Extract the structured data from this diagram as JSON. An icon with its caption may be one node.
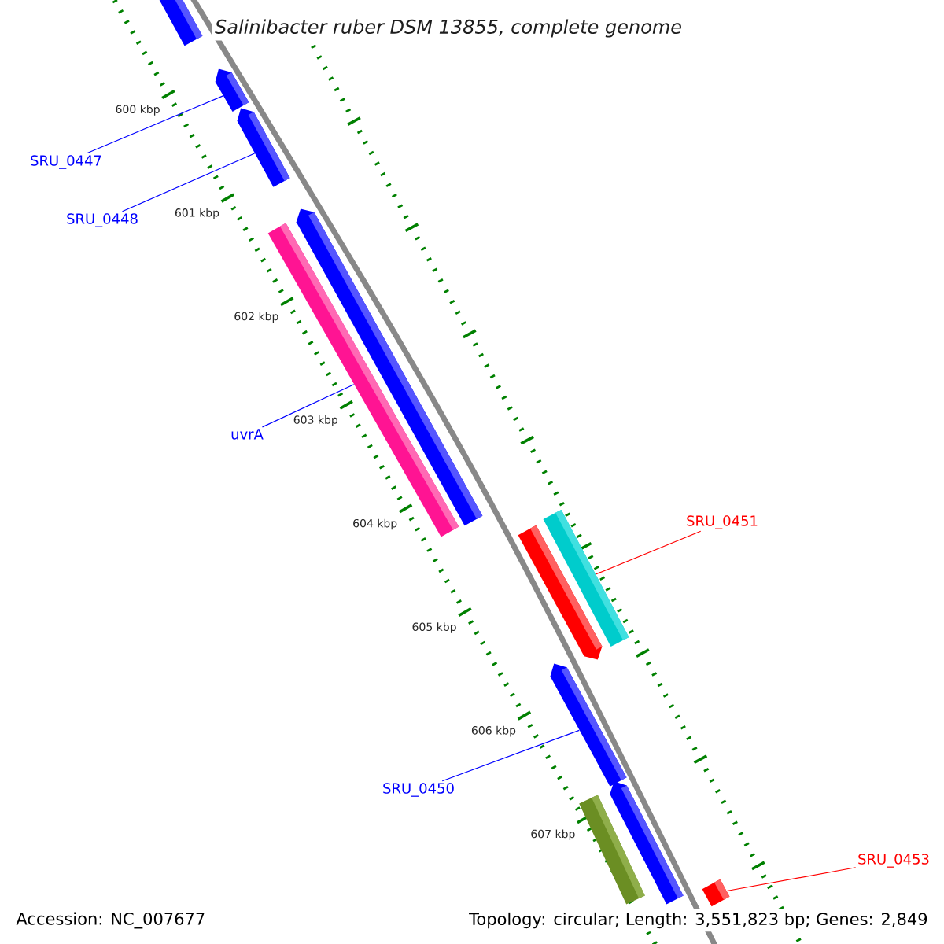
{
  "diagram": {
    "title": "Salinibacter ruber DSM 13855, complete genome",
    "nodes": [
      {
        "text": [
          "SRU_0447"
        ]
      },
      {
        "text": [
          "SRU_0448"
        ]
      },
      {
        "text": [
          "uvrA"
        ]
      },
      {
        "text": [
          "SRU_0451"
        ]
      },
      {
        "text": [
          "SRU_0450"
        ]
      },
      {
        "text": [
          "SRU_0453"
        ]
      },
      {
        "text": [],
        "shape": "bar"
      },
      {
        "text": [],
        "shape": "bar"
      },
      {
        "text": [],
        "shape": "bar"
      },
      {
        "text": [],
        "shape": "bar"
      },
      {
        "text": [],
        "shape": "bar"
      },
      {
        "text": [],
        "shape": "bar"
      },
      {
        "text": [],
        "shape": "bar"
      },
      {
        "text": [],
        "shape": "bar"
      },
      {
        "text": [],
        "shape": "bar"
      },
      {
        "text": [],
        "shape": "bar"
      },
      {
        "text": [],
        "shape": "bar"
      }
    ],
    "edges": [
      {
        "from": 0,
        "to": 7,
        "arrow": "none"
      },
      {
        "from": 1,
        "to": 8,
        "arrow": "none"
      },
      {
        "from": 2,
        "to": 10,
        "arrow": "none"
      },
      {
        "from": 3,
        "to": 12,
        "arrow": "none",
        "color": "#ff0000"
      },
      {
        "from": 4,
        "to": 13,
        "arrow": "none"
      },
      {
        "from": 5,
        "to": 16,
        "arrow": "none",
        "color": "#ff0000"
      }
    ],
    "labels": [
      "600 kbp",
      "601 kbp",
      "602 kbp",
      "603 kbp",
      "604 kbp",
      "605 kbp",
      "606 kbp",
      "607 kbp",
      "Accession: NC_007677",
      "Topology: circular; Length: 3,551,823 bp; Genes: 2,849"
    ]
  }
}
